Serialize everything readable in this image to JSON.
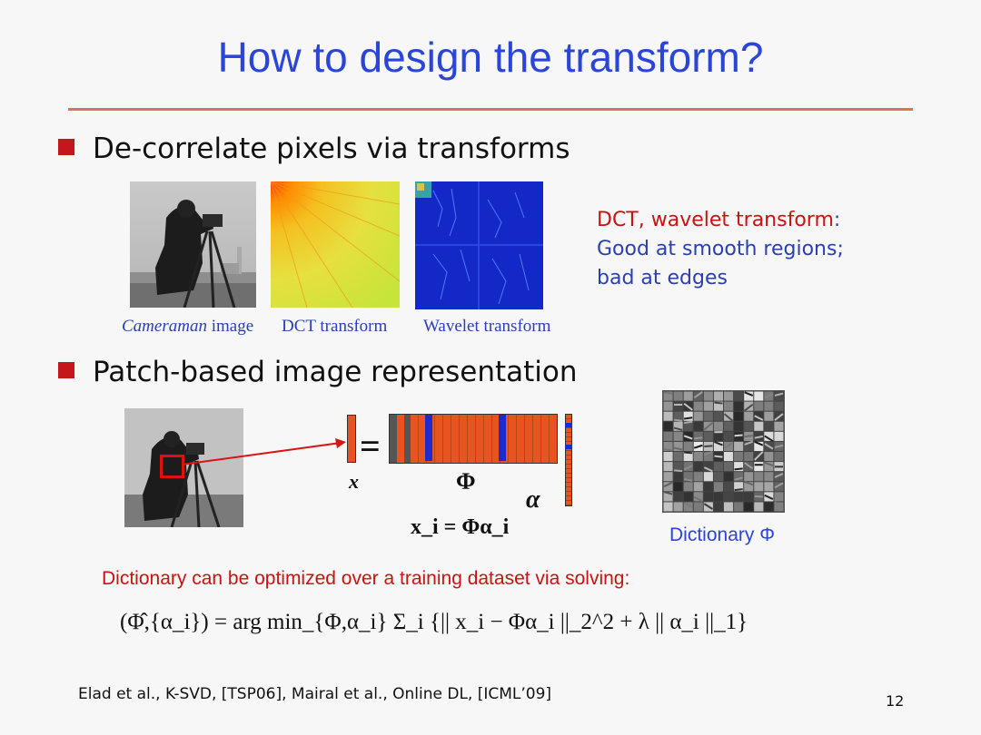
{
  "slide": {
    "title": "How to design the transform?",
    "bullet1": "De-correlate pixels via transforms",
    "bullet2": "Patch-based image representation",
    "captions": {
      "cameraman_italic": "Cameraman",
      "cameraman_rest": " image",
      "dct": "DCT transform",
      "wavelet": "Wavelet transform"
    },
    "note": {
      "line1_red": "DCT, wavelet transform",
      "line1_colon": ":",
      "line2": "Good at smooth regions;",
      "line3": "bad at edges"
    },
    "equation_labels": {
      "x": "x",
      "phi": "Φ",
      "alpha": "α",
      "equals": "=",
      "formula": "x_i = Φα_i"
    },
    "dictionary_label": "Dictionary Φ",
    "optimization_text": "Dictionary can be optimized over a training dataset via solving:",
    "objective": "(Φ̂,{α_i}) = arg min_{Φ,α_i} Σ_i {|| x_i − Φα_i ||_2^2 + λ || α_i ||_1}",
    "footer": "Elad et al., K-SVD, [TSP06],  Mairal et al., Online DL, [ICML’09]",
    "page_number": "12"
  },
  "colors": {
    "title_blue": "#2a45d8",
    "bullet_red": "#c5161b",
    "rule": "#e0705c",
    "orange": "#e8541f",
    "blue_col": "#2233cc"
  }
}
